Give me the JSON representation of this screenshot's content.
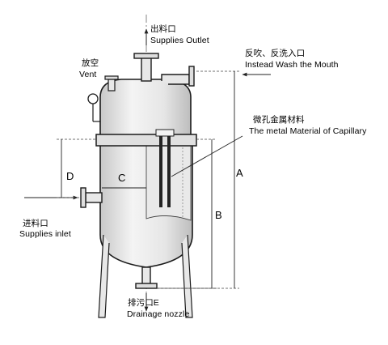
{
  "labels": {
    "supplies_outlet_cn": "出料口",
    "supplies_outlet_en": "Supplies  Outlet",
    "backwash_cn": "反吹、反洗入口",
    "backwash_en": "Instead Wash the Mouth",
    "vent_cn": "放空",
    "vent_en": "Vent",
    "capillary_cn": "微孔金属材料",
    "capillary_en": "The metal Material of Capillary",
    "supplies_inlet_cn": "进料口",
    "supplies_inlet_en": "Supplies inlet",
    "drainage_cn": "排污口E",
    "drainage_en": "Drainage nozzle"
  },
  "dimensions": {
    "a": "A",
    "b": "B",
    "c": "C",
    "d": "D"
  },
  "colors": {
    "line": "#1a1a1a",
    "shade": "#d9d9d9",
    "light": "#ececec",
    "dash": "#555555"
  }
}
